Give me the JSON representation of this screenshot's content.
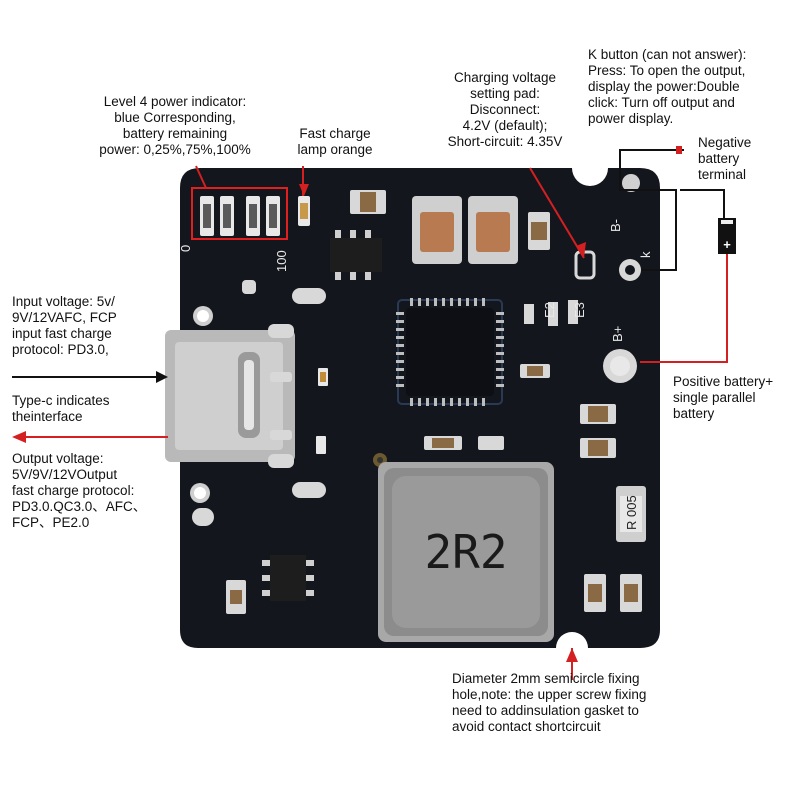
{
  "labels": {
    "power_indicator": "Level 4 power indicator:\nblue Corresponding,\nbattery remaining\npower: 0,25%,75%,100%",
    "fast_charge_lamp": "Fast charge\nlamp orange",
    "charging_voltage": "Charging voltage\nsetting pad:\nDisconnect:\n4.2V (default);\nShort-circuit: 4.35V",
    "k_button": "K button (can not answer):\nPress: To open the output,\ndisplay the power:Double\nclick: Turn off output and\npower display.",
    "negative_terminal": "Negative\nbattery\nterminal",
    "input_voltage": "Input voltage: 5v/\n9V/12VAFC, FCP\ninput fast charge\nprotocol: PD3.0,",
    "type_c": "Type-c indicates\ntheinterface",
    "output_voltage": "Output voltage:\n5V/9V/12VOutput\nfast charge protocol:\nPD3.0.QC3.0、AFC、\nFCP、PE2.0",
    "positive_battery": "Positive battery+\nsingle parallel\nbattery",
    "fixing_hole": "Diameter 2mm semicircle fixing\nhole,note: the upper screw fixing\nneed to addinsulation gasket to\navoid contact shortcircuit"
  },
  "silkscreen": {
    "zero": "0",
    "hundred": "100",
    "b_minus": "B-",
    "k": "k",
    "b_plus": "B+",
    "inductor": "2R2",
    "resistor": "R 005",
    "cap_e2": "E2",
    "cap_e3": "E3"
  },
  "colors": {
    "board": "#14161d",
    "pad": "#d8d8d8",
    "leader_red": "#d42020",
    "leader_black": "#111111",
    "highlight_box": "#e02020"
  }
}
